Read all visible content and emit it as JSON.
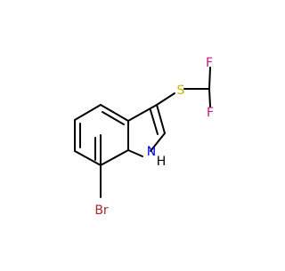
{
  "molecule": {
    "atoms": {
      "bromine": "Br",
      "nitrogen": "N",
      "hydrogen": "H",
      "sulfur": "S",
      "fluorine_top": "F",
      "fluorine_bottom": "F"
    }
  },
  "colors": {
    "bond": "#000000",
    "bromine": "#a52a2a",
    "nitrogen": "#0000ff",
    "sulfur": "#c8b400",
    "fluorine": "#c71585"
  }
}
